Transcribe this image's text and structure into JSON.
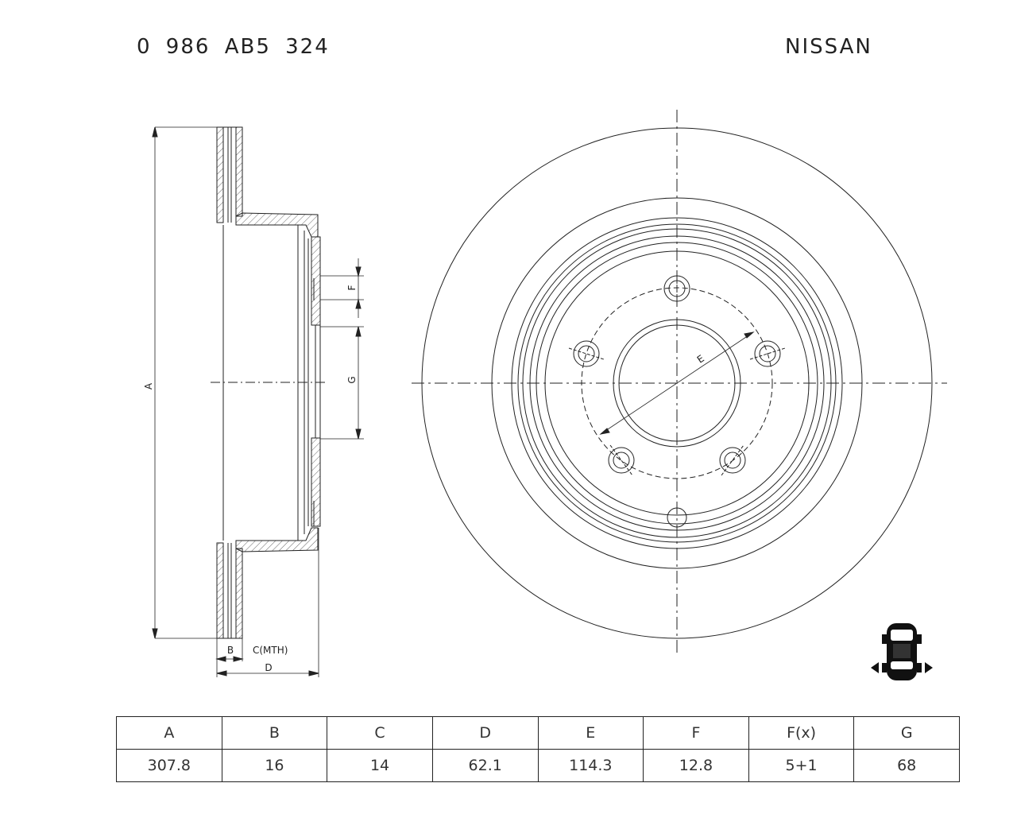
{
  "header": {
    "part_number": "0 986 AB5 324",
    "brand": "NISSAN"
  },
  "drawing": {
    "labels": {
      "a": "A",
      "b": "B",
      "c": "C(MTH)",
      "d": "D",
      "e": "E",
      "f": "F",
      "g": "G"
    },
    "icon": "vehicle-rear-axle-icon"
  },
  "spec_table": {
    "headers": [
      "A",
      "B",
      "C",
      "D",
      "E",
      "F",
      "F(x)",
      "G"
    ],
    "values": [
      "307.8",
      "16",
      "14",
      "62.1",
      "114.3",
      "12.8",
      "5+1",
      "68"
    ]
  },
  "colors": {
    "line": "#222222",
    "background": "#ffffff"
  }
}
